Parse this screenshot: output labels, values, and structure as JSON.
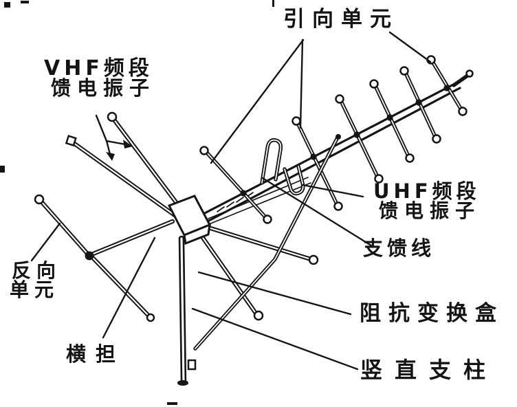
{
  "figure": {
    "background": "#ffffff",
    "ink": "#151515",
    "description": "Scanned line drawing of a combined VHF/UHF television receiving antenna with Chinese part labels"
  },
  "labels": {
    "director_element": {
      "text": "引向单元"
    },
    "vhf_feed_dipole": {
      "line1": "VHF频段",
      "line2": "馈电振子"
    },
    "uhf_feed_dipole": {
      "line1": "UHF频段",
      "line2": "馈电振子"
    },
    "feeder_line": {
      "text": "支馈线"
    },
    "impedance_transformer_box": {
      "text": "阻抗变换盒"
    },
    "vertical_support_post": {
      "text": "竖直支柱"
    },
    "reflector_element": {
      "line1": "反向",
      "line2": "单元"
    },
    "cross_arm": {
      "text": "横担"
    }
  }
}
